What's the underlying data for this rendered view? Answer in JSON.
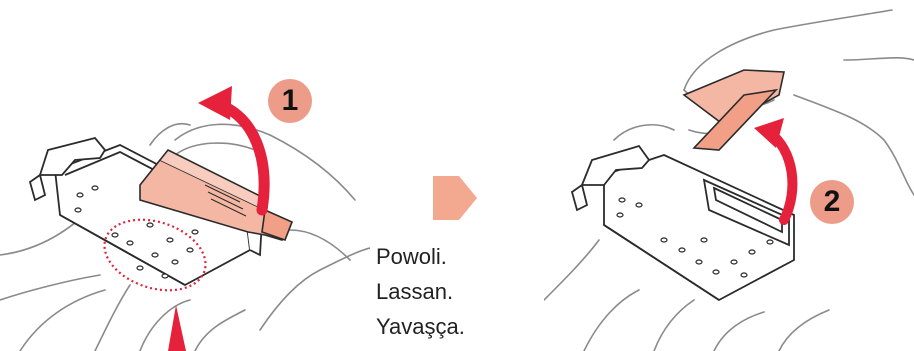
{
  "steps": [
    {
      "number": "1"
    },
    {
      "number": "2"
    }
  ],
  "captions": [
    "Powoli.",
    "Lassan.",
    "Yavaşça."
  ],
  "colors": {
    "badge": "#ec9c88",
    "arrow_red": "#e5213c",
    "next_arrow": "#f2a98f",
    "cap_fill": "#f4b7a3",
    "outline": "#2b2b2b",
    "hand_line": "#8a8a8a"
  },
  "icons": [
    "curved-arrow-up-icon",
    "next-step-arrow-icon",
    "dotted-ellipse-highlight"
  ]
}
